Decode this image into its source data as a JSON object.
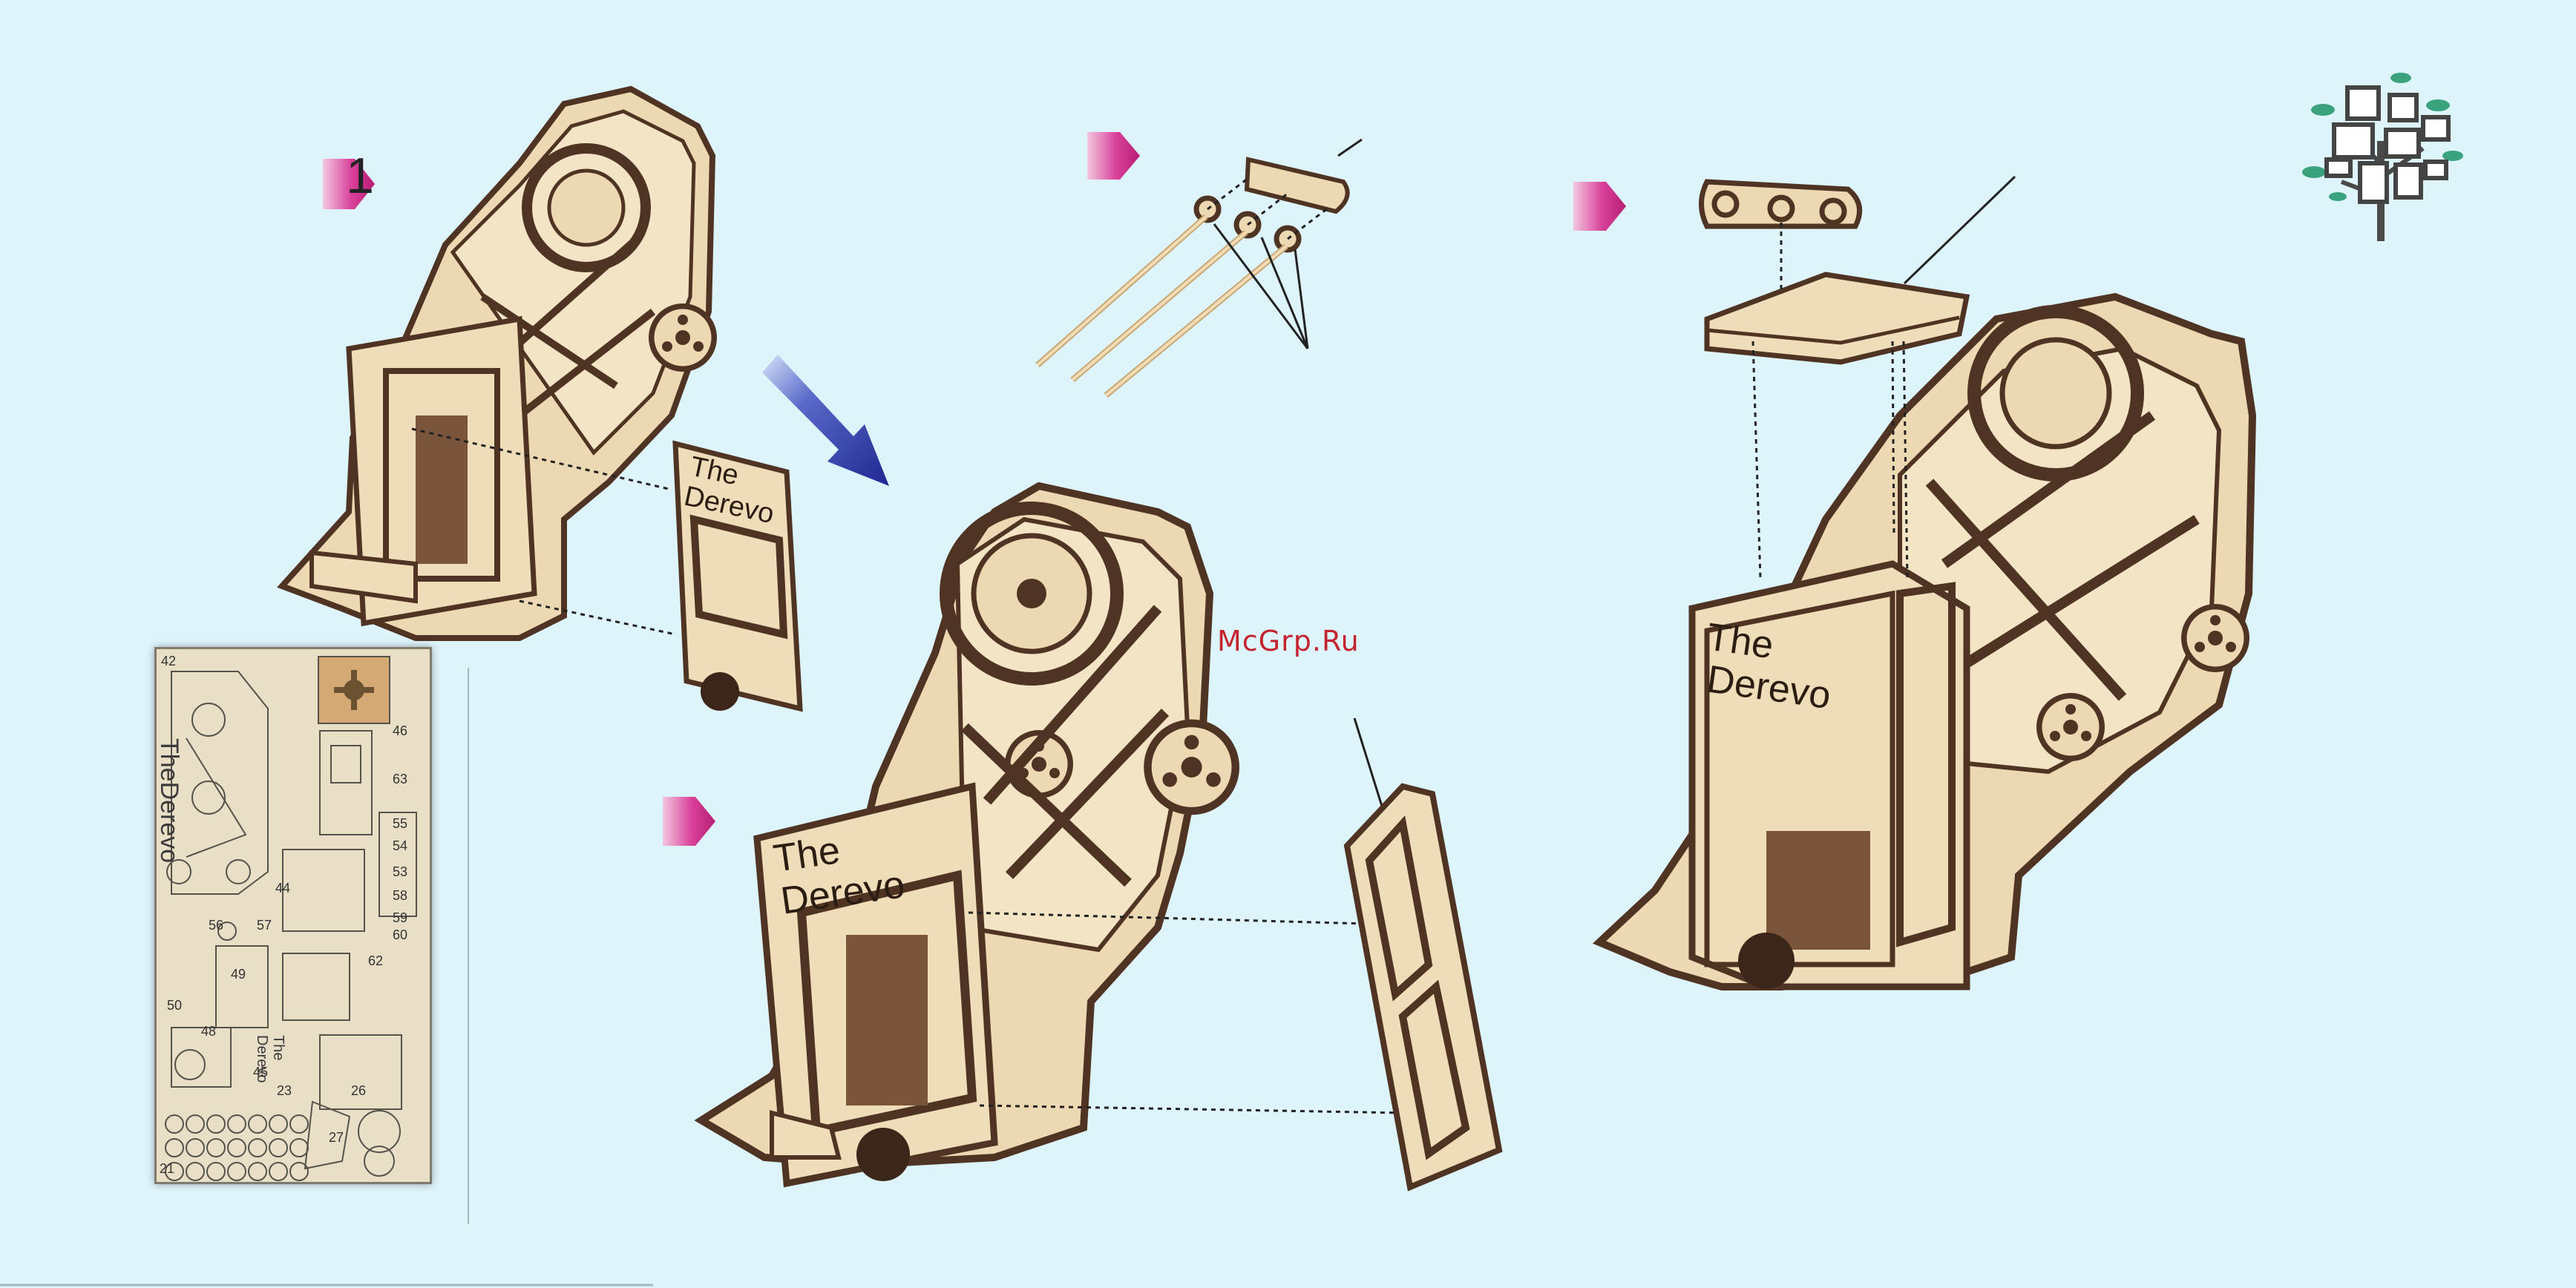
{
  "step": {
    "number": "1"
  },
  "watermark": {
    "text": "McGrp.Ru"
  },
  "brand": {
    "line1": "The",
    "line2": "Derevo"
  },
  "parts_sheet": {
    "brand_text": "TheDerevo",
    "brand_text_small_line1": "The",
    "brand_text_small_line2": "Derevo",
    "part_numbers": [
      "42",
      "46",
      "63",
      "55",
      "54",
      "53",
      "58",
      "59",
      "44",
      "56",
      "57",
      "49",
      "62",
      "50",
      "48",
      "45",
      "23",
      "26",
      "27",
      "21",
      "60"
    ]
  },
  "colors": {
    "background": "#def4fb",
    "wood_face": "#efdcb8",
    "wood_edge": "#4f3424",
    "arrow_step": "#c0267d",
    "arrow_direction": "#27319b",
    "watermark": "#c4242e",
    "logo_leaf": "#3aa37e"
  },
  "icons": {
    "step_marker": "pink-chevron-icon",
    "direction": "blue-arrow-icon",
    "logo": "tree-frames-logo-icon"
  }
}
